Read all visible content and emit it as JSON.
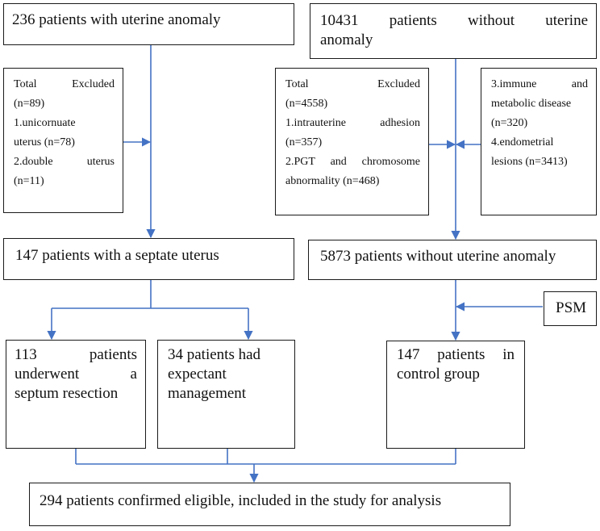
{
  "colors": {
    "arrow": "#4472c4",
    "border": "#1a1a1a",
    "text": "#111111",
    "background": "#ffffff"
  },
  "anomaly": {
    "title": "236 patients with uterine anomaly"
  },
  "no_anomaly": {
    "title_line1": "10431 patients without uterine",
    "title_line2": "anomaly"
  },
  "excluded_left": {
    "total": "Total Excluded",
    "total_n": "(n=89)",
    "item1": "1.unicornuate",
    "item1_b": "uterus (n=78)",
    "item2": "2.double uterus",
    "item2_n": "(n=11)"
  },
  "excluded_mid": {
    "total": "Total Excluded",
    "total_n": "(n=4558)",
    "item1": "1.intrauterine adhesion",
    "item1_n": "(n=357)",
    "item2": "2.PGT and chromosome",
    "item2_b": "abnormality (n=468)"
  },
  "excluded_right": {
    "item3": "3.immune and",
    "item3_b": "metabolic disease",
    "item3_n": "(n=320)",
    "item4": "4.endometrial",
    "item4_b": "lesions (n=3413)"
  },
  "septate": {
    "title": "147 patients with a septate uterus"
  },
  "without_anomaly": {
    "title": "5873 patients without uterine anomaly"
  },
  "psm": {
    "label": "PSM"
  },
  "resection": {
    "line1": "113 patients",
    "line2": "underwent a",
    "line3": "septum resection"
  },
  "expectant": {
    "line1": "34 patients had",
    "line2": "expectant",
    "line3": "management"
  },
  "control": {
    "line1": "147 patients in",
    "line2": "control group"
  },
  "final": {
    "title": "294 patients confirmed eligible, included in the study for analysis"
  }
}
